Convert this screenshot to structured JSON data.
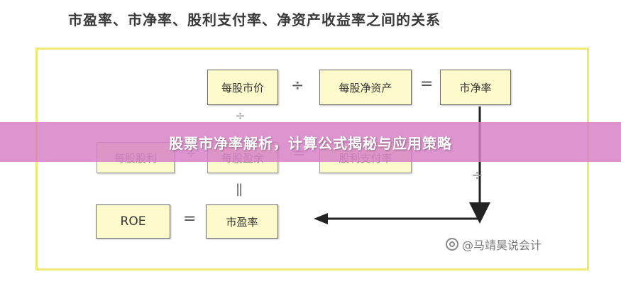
{
  "title": "市盈率、市净率、股利支付率、净资产收益率之间的关系",
  "banner": "股票市净率解析，计算公式揭秘与应用策略",
  "watermark": "@马靖昊说会计",
  "boxes": {
    "price_per_share": "每股市价",
    "net_assets_per_share": "每股净资产",
    "pb_ratio": "市净率",
    "dividend_per_share": "每股股利",
    "eps": "每股盈余",
    "payout_ratio": "股利支付率",
    "roe": "ROE",
    "pe_ratio": "市盈率"
  },
  "operators": {
    "divide": "÷",
    "equals": "=",
    "parallel": "||"
  }
}
